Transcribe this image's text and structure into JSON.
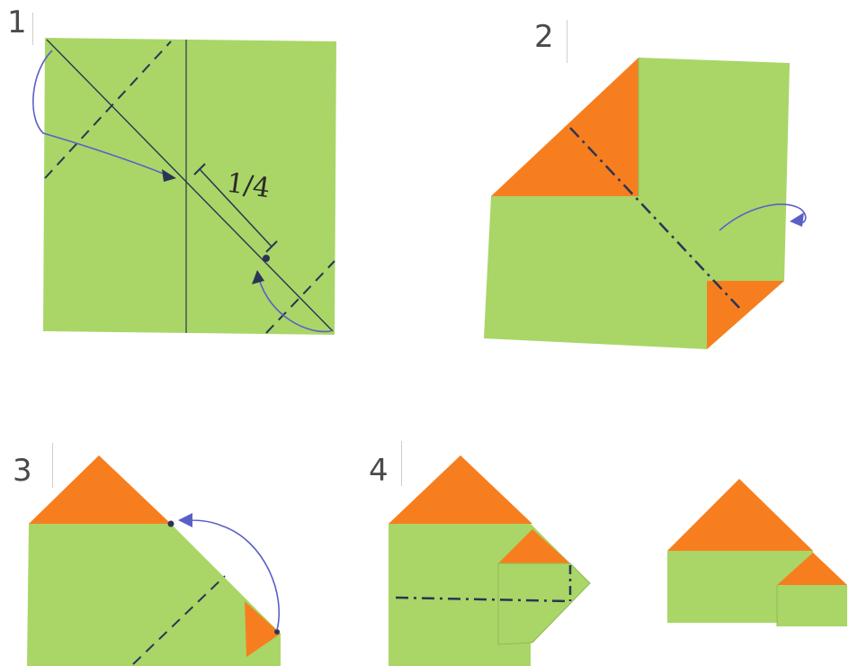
{
  "steps": [
    {
      "number": "1",
      "fraction_label": "1/4"
    },
    {
      "number": "2"
    },
    {
      "number": "3"
    },
    {
      "number": "4"
    }
  ],
  "colors": {
    "paper_green": "#a9d667",
    "paper_orange": "#f77e1f",
    "fold_line": "#2b3553",
    "arrow": "#5a5fc8",
    "label": "#4a4a4a"
  }
}
